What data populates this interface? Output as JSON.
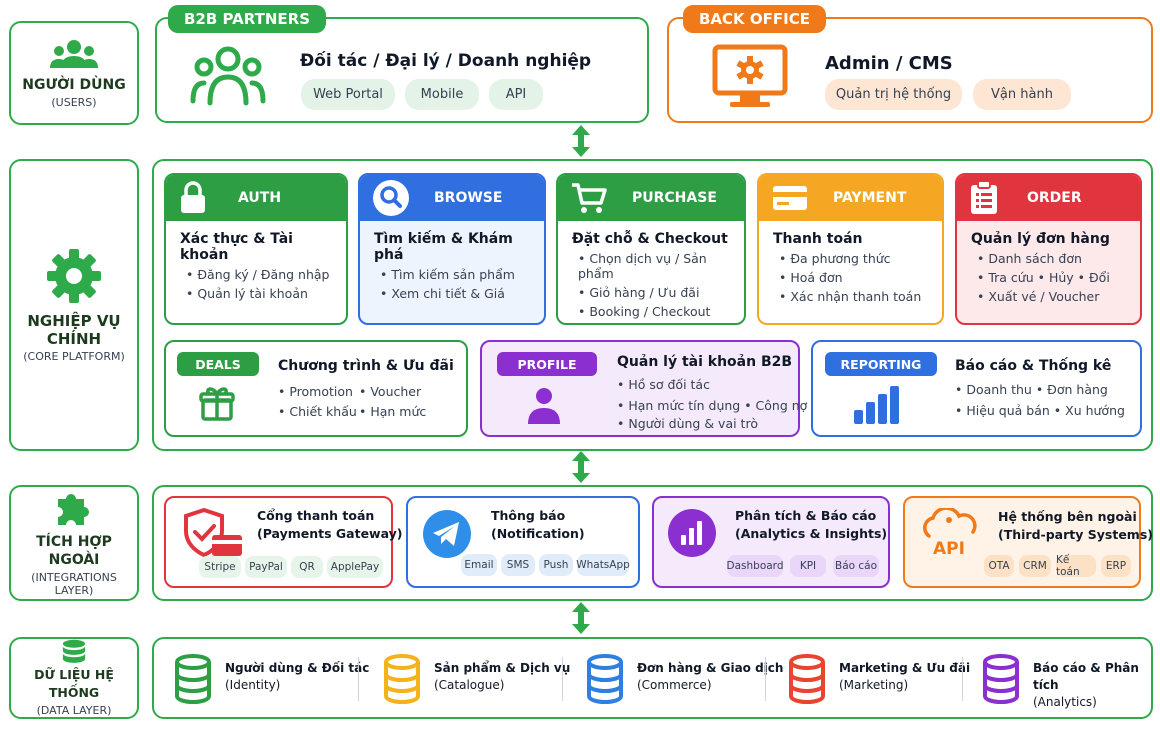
{
  "users": {
    "title": "NGƯỜI DÙNG",
    "subtitle": "(USERS)",
    "b2b": {
      "tag": "B2B PARTNERS",
      "title": "Đối tác / Đại lý / Doanh nghiệp",
      "channels": [
        "Web Portal",
        "Mobile",
        "API"
      ]
    },
    "backoffice": {
      "tag": "BACK OFFICE",
      "title": "Admin / CMS",
      "roles": [
        "Quản trị hệ thống",
        "Vận hành"
      ]
    }
  },
  "core": {
    "title_line1": "NGHIỆP VỤ",
    "title_line2": "CHÍNH",
    "subtitle": "(CORE PLATFORM)",
    "modules": [
      {
        "tag": "AUTH",
        "title": "Xác thực & Tài khoản",
        "items": [
          "• Đăng ký / Đăng nhập",
          "• Quản lý tài khoản"
        ],
        "color": "#2e9e45",
        "bg": "#ffffff"
      },
      {
        "tag": "BROWSE",
        "title": "Tìm kiếm & Khám phá",
        "items": [
          "• Tìm kiếm sản phẩm",
          "• Xem chi tiết & Giá"
        ],
        "color": "#2f6fe0",
        "bg": "#ffffff"
      },
      {
        "tag": "PURCHASE",
        "title": "Đặt chỗ & Checkout",
        "items": [
          "• Chọn dịch vụ / Sản phẩm",
          "• Giỏ hàng / Ưu đãi",
          "• Booking / Checkout"
        ],
        "color": "#2e9e45",
        "bg": "#ffffff"
      },
      {
        "tag": "PAYMENT",
        "title": "Thanh toán",
        "items": [
          "• Đa phương thức",
          "• Hoá đơn",
          "• Xác nhận thanh toán"
        ],
        "color": "#f5a623",
        "bg": "#ffffff"
      },
      {
        "tag": "ORDER",
        "title": "Quản lý đơn hàng",
        "items": [
          "• Danh sách đơn",
          "• Tra cứu  •  Hủy  •  Đổi",
          "• Xuất vé / Voucher"
        ],
        "color": "#e0353f",
        "bg": "#fde8ea"
      }
    ],
    "deals": {
      "tag": "DEALS",
      "title": "Chương trình & Ưu đãi",
      "items": [
        "• Promotion",
        "• Voucher",
        "• Chiết khấu",
        "• Hạn mức"
      ]
    },
    "profile": {
      "tag": "PROFILE",
      "title": "Quản lý tài khoản B2B",
      "items": [
        "• Hồ sơ đối tác",
        "• Hạn mức tín dụng  •  Công nợ",
        "• Người dùng & vai trò"
      ]
    },
    "reporting": {
      "tag": "REPORTING",
      "title": "Báo cáo & Thống kê",
      "items": [
        "• Doanh thu  •  Đơn hàng",
        "• Hiệu quả bán  •  Xu hướng"
      ]
    }
  },
  "integrations": {
    "title_line1": "TÍCH HỢP",
    "title_line2": "NGOÀI",
    "subtitle": "(INTEGRATIONS LAYER)",
    "systems": [
      {
        "title1": "Cổng thanh toán",
        "title2": "(Payments Gateway)",
        "chips": [
          "Stripe",
          "PayPal",
          "QR",
          "ApplePay"
        ],
        "color": "#e0353f",
        "bg": "#ffffff",
        "chipbg": "#e7f4ea"
      },
      {
        "title1": "Thông báo",
        "title2": "(Notification)",
        "chips": [
          "Email",
          "SMS",
          "Push",
          "WhatsApp"
        ],
        "color": "#2f6fe0",
        "bg": "#ffffff",
        "chipbg": "#e1ecfb"
      },
      {
        "title1": "Phân tích & Báo cáo",
        "title2": "(Analytics & Insights)",
        "chips": [
          "Dashboard",
          "KPI",
          "Báo cáo"
        ],
        "color": "#8b2fd1",
        "bg": "#f5eafc",
        "chipbg": "#ead6f8"
      },
      {
        "title1": "Hệ thống bên ngoài",
        "title2": "(Third-party Systems)",
        "chips": [
          "OTA",
          "CRM",
          "Kế toán",
          "ERP"
        ],
        "color": "#f07a1a",
        "bg": "#fff3e8",
        "chipbg": "#fde1c7"
      }
    ],
    "api_label": "API"
  },
  "data": {
    "title": "DỮ LIỆU HỆ THỐNG",
    "subtitle": "(DATA LAYER)",
    "stores": [
      {
        "name": "Người dùng & Đối tác",
        "desc": "(Identity)",
        "color": "#2e9e45"
      },
      {
        "name": "Sản phẩm & Dịch vụ",
        "desc": "(Catalogue)",
        "color": "#f5b31b"
      },
      {
        "name": "Đơn hàng & Giao dịch",
        "desc": "(Commerce)",
        "color": "#2f7fe0"
      },
      {
        "name": "Marketing & Ưu đãi",
        "desc": "(Marketing)",
        "color": "#e8452f"
      },
      {
        "name": "Báo cáo & Phân tích",
        "desc": "(Analytics)",
        "color": "#8b2fd1"
      }
    ]
  },
  "colors": {
    "green": "#2faa4a",
    "orange": "#f07a1a",
    "purple": "#8b2fd1",
    "blue": "#2f6fe0"
  }
}
